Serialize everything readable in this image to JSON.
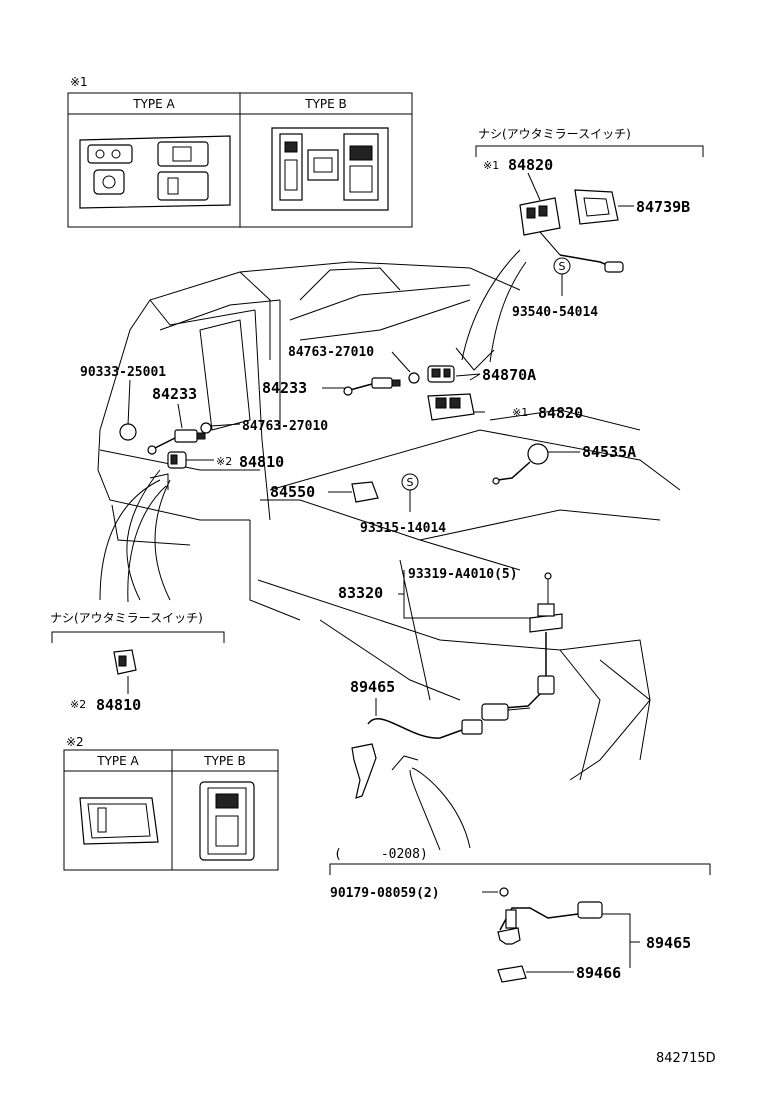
{
  "notes": {
    "note1": "※1",
    "note2": "※2",
    "mark1": "※1",
    "mark2": "※2"
  },
  "type_table_1": {
    "col_a": "TYPE A",
    "col_b": "TYPE B"
  },
  "type_table_2": {
    "col_a": "TYPE A",
    "col_b": "TYPE B"
  },
  "captions": {
    "no_outside_mirror_top": "ナシ(アウタミラースイッチ)",
    "no_outside_mirror_left": "ナシ(アウタミラースイッチ)",
    "date_range": "(　　　-0208)"
  },
  "labels": {
    "p84820_top": "84820",
    "p84739B": "84739B",
    "p93540": "93540-54014",
    "p90333": "90333-25001",
    "p84763_a": "84763-27010",
    "p84233_mid": "84233",
    "p84870A": "84870A",
    "p84233_left": "84233",
    "p84763_b": "84763-27010",
    "p84820_mid": "84820",
    "p84810_mid": "84810",
    "p84535A": "84535A",
    "p84550": "84550",
    "p93315": "93315-14014",
    "p93319": "93319-A4010(5)",
    "p83320": "83320",
    "p89465_mid": "89465",
    "p84810_left": "84810",
    "p90179": "90179-08059(2)",
    "p89465_low": "89465",
    "p89466": "89466",
    "diagram_id": "842715D"
  },
  "symbols": {
    "s1": "S",
    "s2": "S"
  }
}
